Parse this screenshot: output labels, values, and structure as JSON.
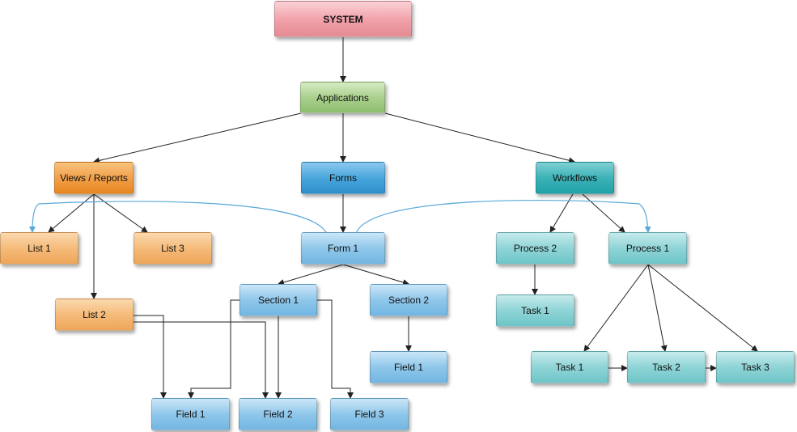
{
  "nodes": {
    "system": "SYSTEM",
    "applications": "Applications",
    "views_reports": "Views / Reports",
    "forms": "Forms",
    "workflows": "Workflows",
    "list1": "List 1",
    "list3": "List 3",
    "list2": "List 2",
    "form1": "Form 1",
    "section1": "Section 1",
    "section2": "Section 2",
    "s2_field1": "Field 1",
    "field1": "Field 1",
    "field2": "Field 2",
    "field3": "Field 3",
    "process2": "Process 2",
    "process1": "Process 1",
    "p2_task1": "Task 1",
    "task1": "Task 1",
    "task2": "Task 2",
    "task3": "Task 3"
  },
  "colors": {
    "connector": "#222222",
    "accent_curve": "#5aa9d8"
  }
}
